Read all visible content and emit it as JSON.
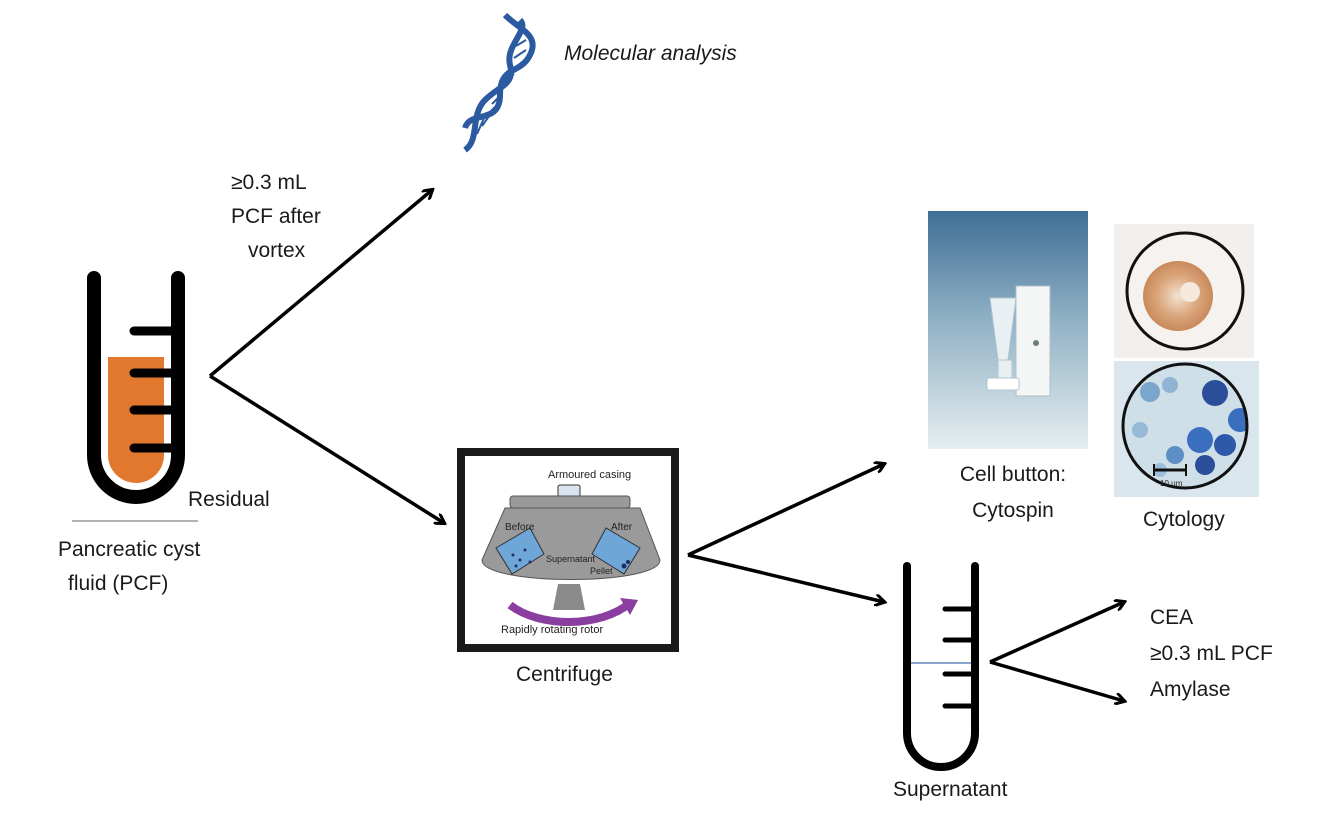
{
  "labels": {
    "molecular": "Molecular analysis",
    "vortex_line1": "≥0.3 mL",
    "vortex_line2": "PCF after",
    "vortex_line3": "vortex",
    "residual": "Residual",
    "pcf_line1": "Pancreatic cyst",
    "pcf_line2": "fluid (PCF)",
    "centrifuge": "Centrifuge",
    "cell_button_line1": "Cell button:",
    "cell_button_line2": "Cytospin",
    "cytology": "Cytology",
    "cea": "CEA",
    "pcf_amount": "≥0.3 mL PCF",
    "amylase": "Amylase",
    "supernatant": "Supernatant"
  },
  "centrifuge_inset": {
    "armoured_casing": "Armoured casing",
    "before": "Before",
    "after": "After",
    "supernatant": "Supernatant",
    "pellet": "Pellet",
    "rotor": "Rapidly rotating rotor"
  },
  "cytology_inset": {
    "scale": "10 μm"
  },
  "colors": {
    "fluid": "#e2772e",
    "dna": "#2c5aa0",
    "cytology_stain": "#3a6fc0"
  }
}
